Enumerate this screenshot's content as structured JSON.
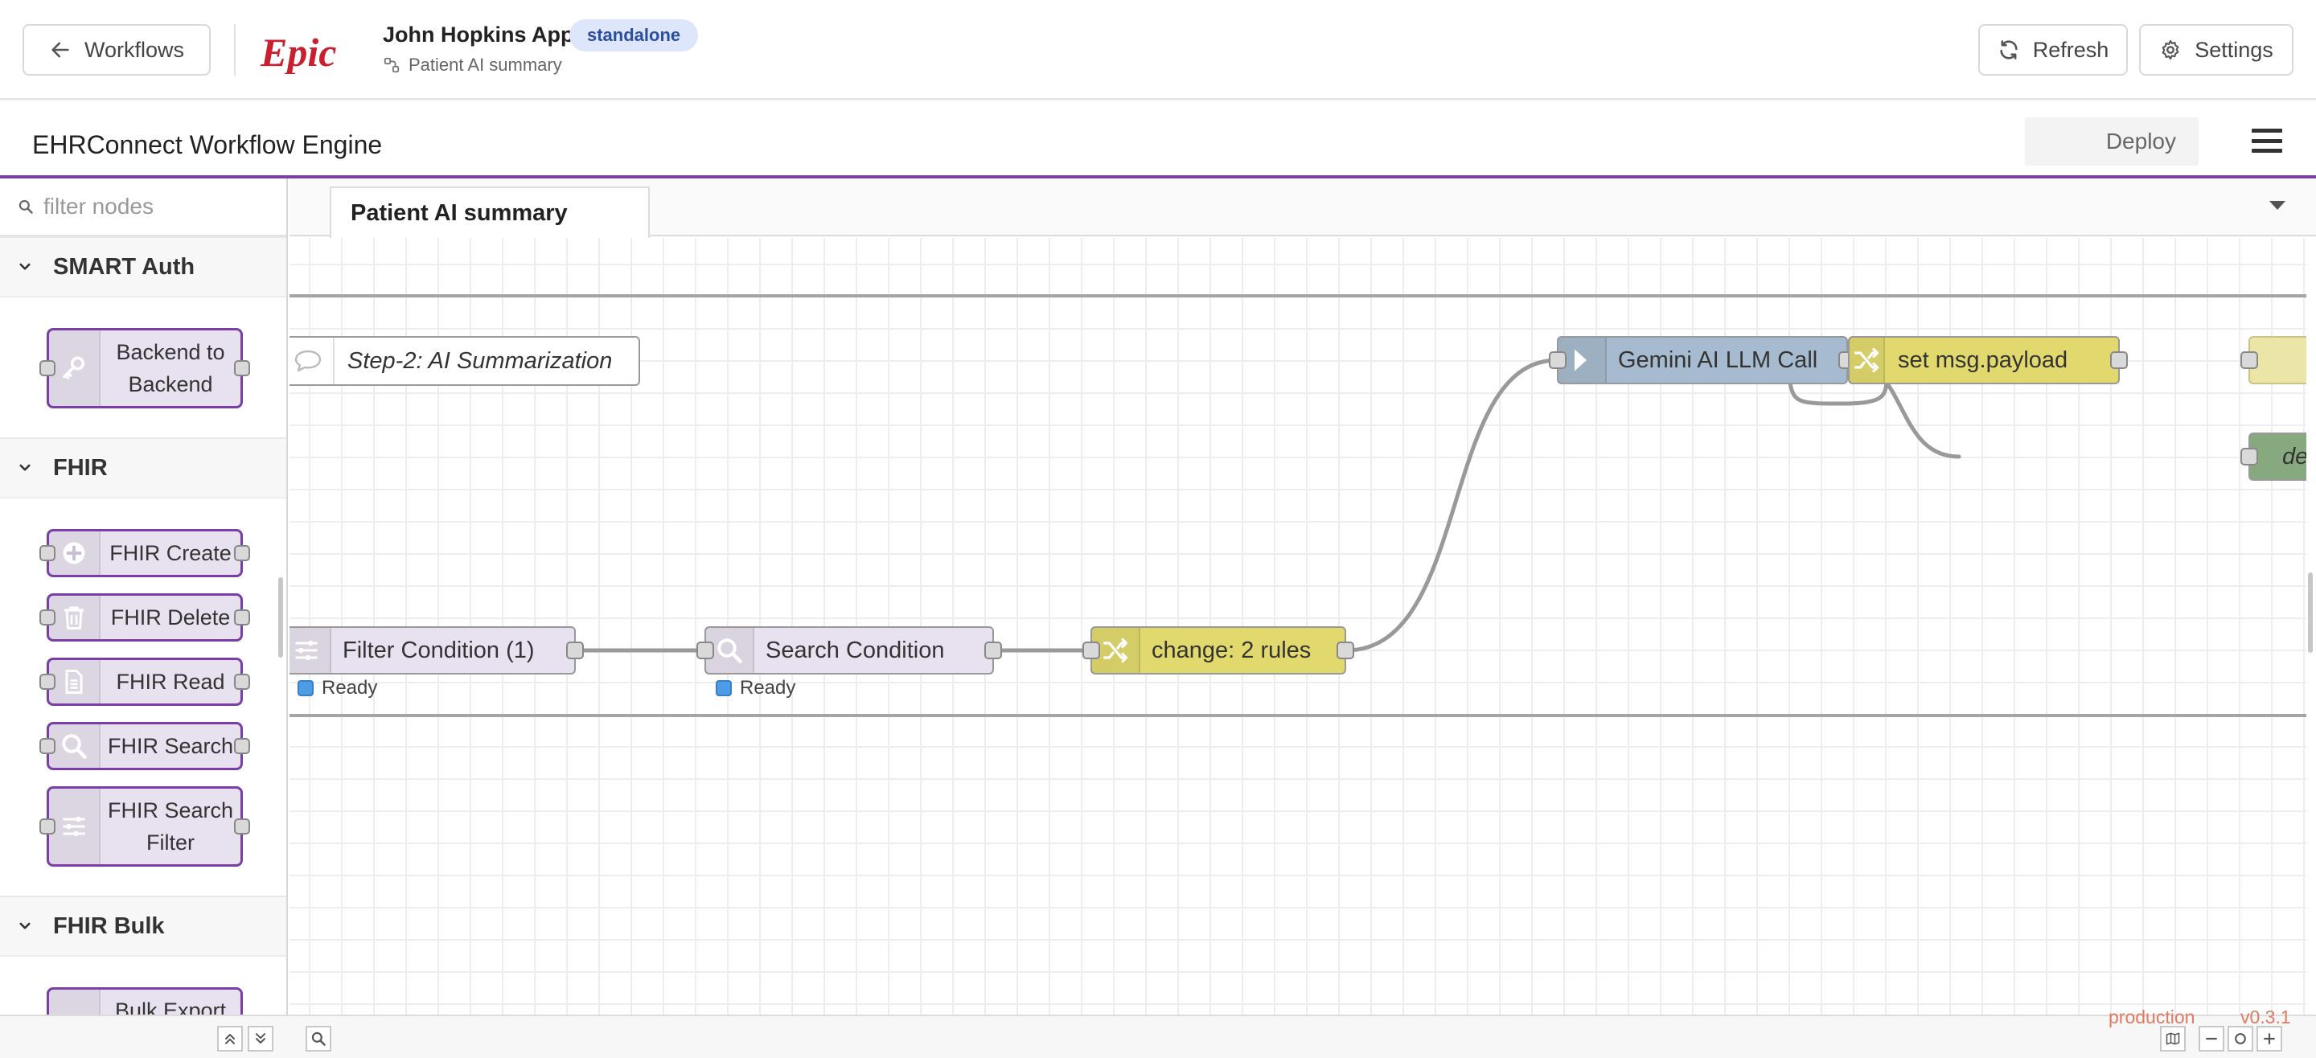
{
  "header": {
    "back_label": "Workflows",
    "logo_text": "Epic",
    "app_name": "John Hopkins App",
    "mode_badge": "standalone",
    "workflow_name": "Patient AI summary",
    "refresh_label": "Refresh",
    "settings_label": "Settings"
  },
  "editor": {
    "title": "EHRConnect Workflow Engine",
    "deploy_label": "Deploy"
  },
  "palette": {
    "search_placeholder": "filter nodes",
    "categories": [
      {
        "label": "SMART Auth",
        "nodes": [
          {
            "label": "Backend to Backend",
            "icon": "key-icon"
          }
        ]
      },
      {
        "label": "FHIR",
        "nodes": [
          {
            "label": "FHIR Create",
            "icon": "plus-circle-icon"
          },
          {
            "label": "FHIR Delete",
            "icon": "trash-icon"
          },
          {
            "label": "FHIR Read",
            "icon": "document-icon"
          },
          {
            "label": "FHIR Search",
            "icon": "magnifier-icon"
          },
          {
            "label": "FHIR Search Filter",
            "icon": "sliders-icon"
          }
        ]
      },
      {
        "label": "FHIR Bulk",
        "nodes": [
          {
            "label": "Bulk Export",
            "icon": "export-icon"
          }
        ]
      }
    ]
  },
  "workspace": {
    "active_tab": "Patient AI summary",
    "comment": "Step-2: AI Summarization",
    "nodes": [
      {
        "label": "Filter Condition (1)",
        "status": "Ready",
        "color": "#e8e2f0"
      },
      {
        "label": "Search Condition",
        "status": "Ready",
        "color": "#e8e2f0"
      },
      {
        "label": "change: 2 rules",
        "color": "#e2d96e"
      },
      {
        "label": "Gemini AI LLM Call",
        "color": "#a6bbcf"
      },
      {
        "label": "set msg.payload",
        "color": "#e2d96e"
      },
      {
        "label": "de",
        "color": "#87a980"
      }
    ]
  },
  "footer": {
    "environment": "production",
    "version": "v0.3.1"
  }
}
